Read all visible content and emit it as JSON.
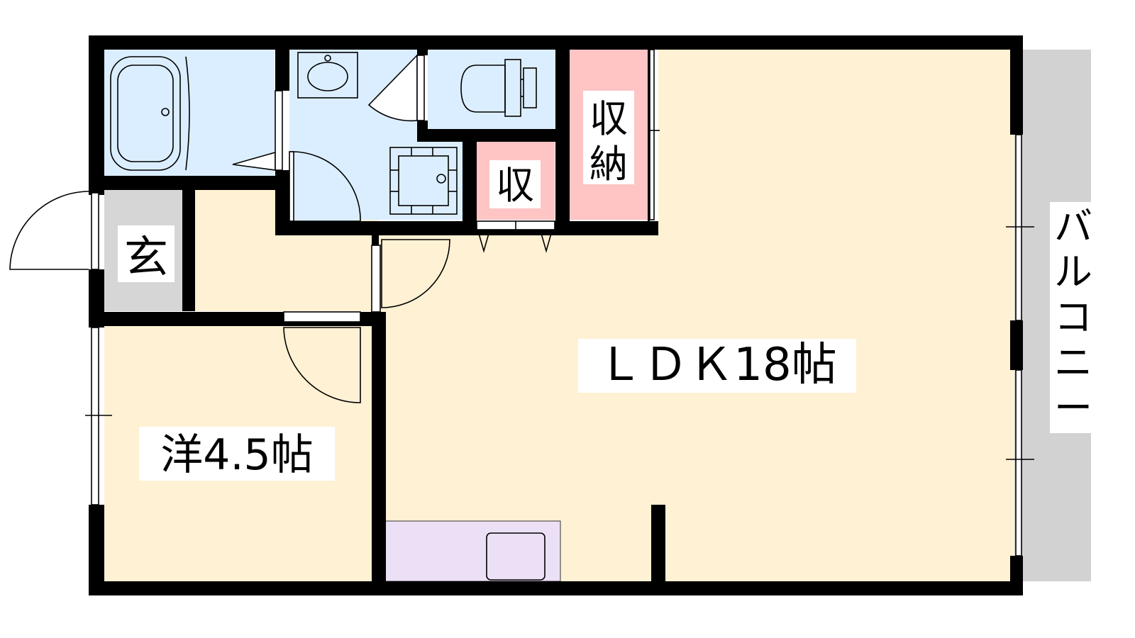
{
  "labels": {
    "ldk": "ＬＤＫ18帖",
    "western_room": "洋4.5帖",
    "storage_large": [
      "収",
      "納"
    ],
    "storage_small": "収",
    "entrance": "玄",
    "balcony": [
      "バ",
      "ル",
      "コ",
      "ニ",
      "ー"
    ]
  },
  "colors": {
    "wall": "#000000",
    "wet_area": "#dbeeff",
    "living": "#fff1d4",
    "storage": "#ffc4c4",
    "entrance_floor": "#d6d6d6",
    "balcony": "#d2d2d2",
    "kitchen": "#ece0f6",
    "label_bg": "#ffffff"
  }
}
